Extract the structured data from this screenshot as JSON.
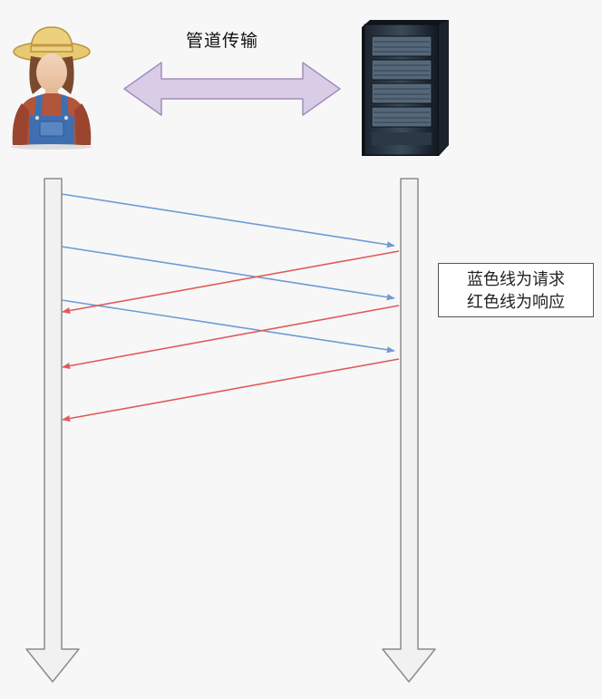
{
  "header": {
    "title": "管道传输"
  },
  "legend": {
    "line1": "蓝色线为请求",
    "line2": "红色线为响应"
  },
  "colors": {
    "request": "#6d9bd6",
    "response": "#e05a5a",
    "double_arrow": "#d9cce6",
    "double_arrow_stroke": "#a48dbc",
    "lane_fill": "#f1f1f1",
    "lane_stroke": "#8c8c8c",
    "background": "#f7f7f7"
  },
  "participants": {
    "left": {
      "icon": "farmer-client-icon"
    },
    "right": {
      "icon": "server-rack-icon"
    }
  }
}
